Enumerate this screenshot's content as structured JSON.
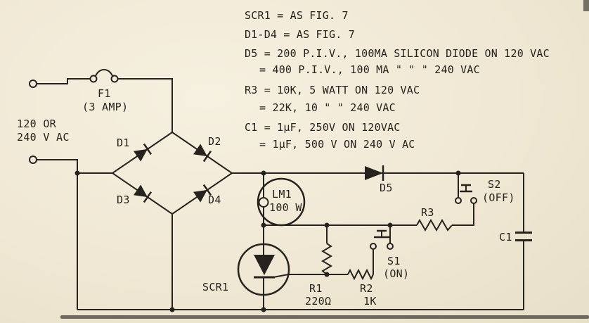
{
  "figure": {
    "background": "#f0e8d4",
    "ink": "#26231e"
  },
  "notes": {
    "lines": [
      "SCR1 = AS FIG. 7",
      "D1-D4 = AS FIG. 7",
      "D5 = 200 P.I.V., 100MA SILICON DIODE ON 120 VAC",
      "= 400 P.I.V., 100 MA   \"      \"     \"   240 VAC",
      "R3 = 10K, 5 WATT ON 120 VAC",
      "= 22K, 10   \"    \"   240 VAC",
      "C1 = 1μF, 250V ON 120VAC",
      "= 1μF, 500 V ON 240 V AC"
    ]
  },
  "labels": {
    "fuse": "F1",
    "fuse_rating": "(3 AMP)",
    "input_line1": "120 OR",
    "input_line2": "240 V AC",
    "d1": "D1",
    "d2": "D2",
    "d3": "D3",
    "d4": "D4",
    "d5": "D5",
    "lamp": "LM1",
    "lamp_rating": "100 W",
    "scr": "SCR1",
    "r1": "R1",
    "r1_value": "220Ω",
    "r2": "R2",
    "r2_value": "1K",
    "r3": "R3",
    "s1": "S1",
    "s1_mode": "(ON)",
    "s2": "S2",
    "s2_mode": "(OFF)",
    "c1": "C1"
  }
}
